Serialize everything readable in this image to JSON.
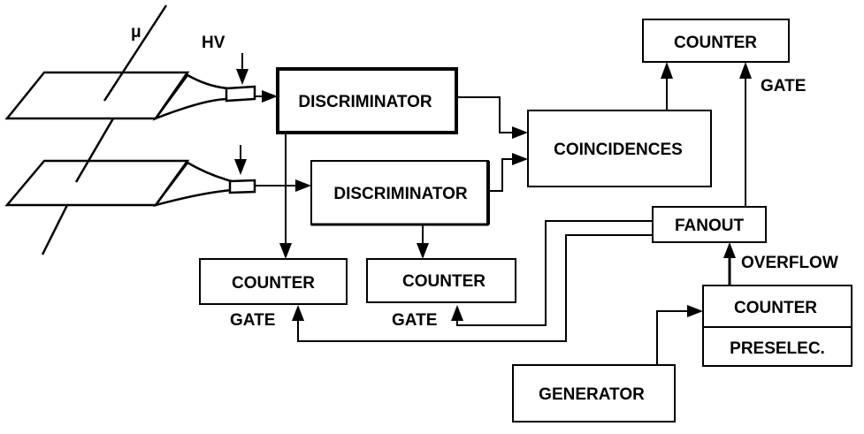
{
  "diagram": {
    "muon_label": "μ",
    "hv_label": "HV",
    "discriminator_top": "DISCRIMINATOR",
    "discriminator_bottom": "DISCRIMINATOR",
    "coincidences": "COINCIDENCES",
    "counter_top": "COUNTER",
    "gate_top": "GATE",
    "fanout": "FANOUT",
    "overflow": "OVERFLOW",
    "counter_preselect": "COUNTER",
    "preselect": "PRESELEC.",
    "generator": "GENERATOR",
    "counter_left": "COUNTER",
    "gate_left": "GATE",
    "counter_middle": "COUNTER",
    "gate_middle": "GATE"
  }
}
